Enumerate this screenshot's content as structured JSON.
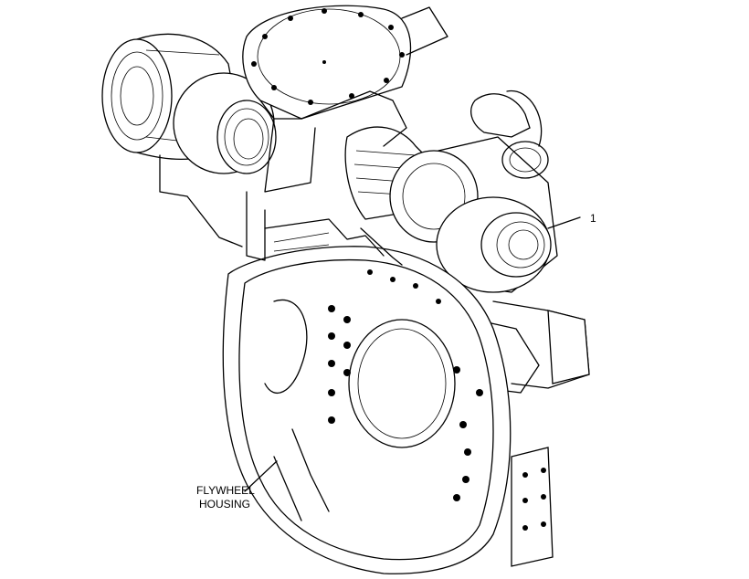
{
  "callouts": {
    "part_number": "1",
    "housing_line1": "FLYWHEEL",
    "housing_line2": "HOUSING"
  }
}
